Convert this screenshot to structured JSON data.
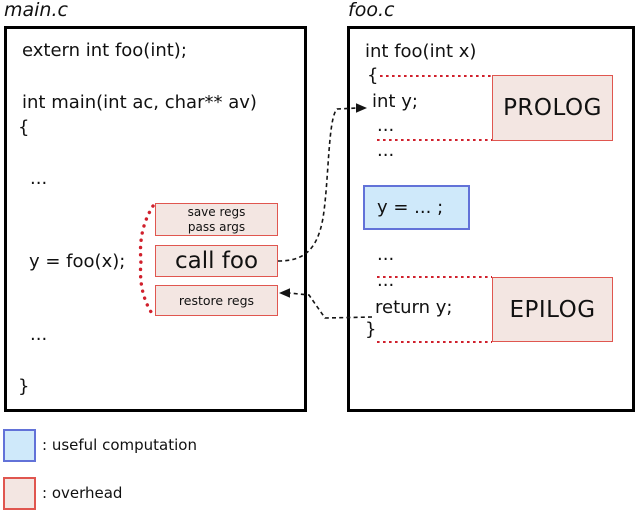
{
  "colors": {
    "overhead_fill": "#f3e6e2",
    "overhead_border": "#e0564f",
    "useful_fill": "#cfe9fa",
    "useful_border": "#6272d8",
    "dotted_red": "#d0202c",
    "arrow_black": "#141414",
    "panel_border": "#000000"
  },
  "main_panel": {
    "title": "main.c",
    "lines": {
      "extern_decl": "extern int foo(int);",
      "signature": "int main(int ac, char** av)",
      "open_brace": "{",
      "ellipsis1": "...",
      "call_statement": "y = foo(x);",
      "ellipsis2": "...",
      "close_brace": "}"
    },
    "overhead_boxes": {
      "save_regs": "save regs",
      "pass_args": "pass args",
      "call_foo": "call foo",
      "restore_regs": "restore regs"
    }
  },
  "foo_panel": {
    "title": "foo.c",
    "lines": {
      "signature": "int foo(int x)",
      "open_brace": "{",
      "declare": "int y;",
      "ellipsis1": "...",
      "ellipsis2": "...",
      "ellipsis3": "...",
      "ellipsis4": "...",
      "return_statement": "return y;",
      "close_brace": "}"
    },
    "useful_box_label": "y = ... ;",
    "prolog_label": "PROLOG",
    "epilog_label": "EPILOG"
  },
  "legend": {
    "useful": ": useful computation",
    "overhead": ": overhead"
  }
}
